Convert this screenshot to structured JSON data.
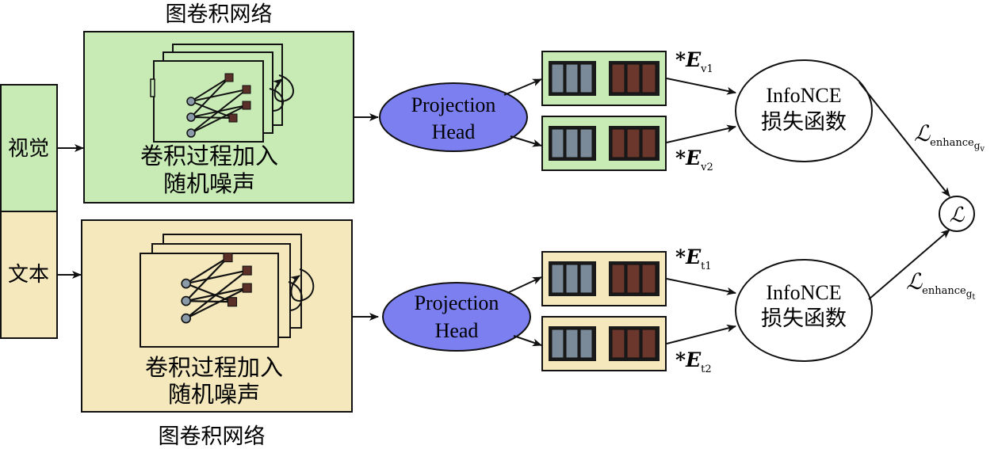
{
  "top": {
    "network_title": "图卷积网络",
    "input_label": "视觉",
    "noise_line1": "卷积过程加入",
    "noise_line2": "随机噪声",
    "projection_line1": "Projection",
    "projection_line2": "Head",
    "emb1_sym": "*E",
    "emb1_sub": "v1",
    "emb2_sym": "*E",
    "emb2_sub": "v2",
    "loss_line1": "InfoNCE",
    "loss_line2": "损失函数",
    "loss_symbol": "ℒ",
    "loss_sub": "enhance",
    "loss_subsub": "g",
    "loss_subsubsub": "v"
  },
  "bottom": {
    "network_title": "图卷积网络",
    "input_label": "文本",
    "noise_line1": "卷积过程加入",
    "noise_line2": "随机噪声",
    "projection_line1": "Projection",
    "projection_line2": "Head",
    "emb1_sym": "*E",
    "emb1_sub": "t1",
    "emb2_sym": "*E",
    "emb2_sub": "t2",
    "loss_line1": "InfoNCE",
    "loss_line2": "损失函数",
    "loss_symbol": "ℒ",
    "loss_sub": "enhance",
    "loss_subsub": "g",
    "loss_subsubsub": "t"
  },
  "total_loss_symbol": "ℒ",
  "colors": {
    "green": "#c8ebb6",
    "yellow": "#f4e8bc",
    "projection": "#7b7ff0",
    "grey_block": "#7a8a99",
    "brown_block": "#6b372c"
  }
}
